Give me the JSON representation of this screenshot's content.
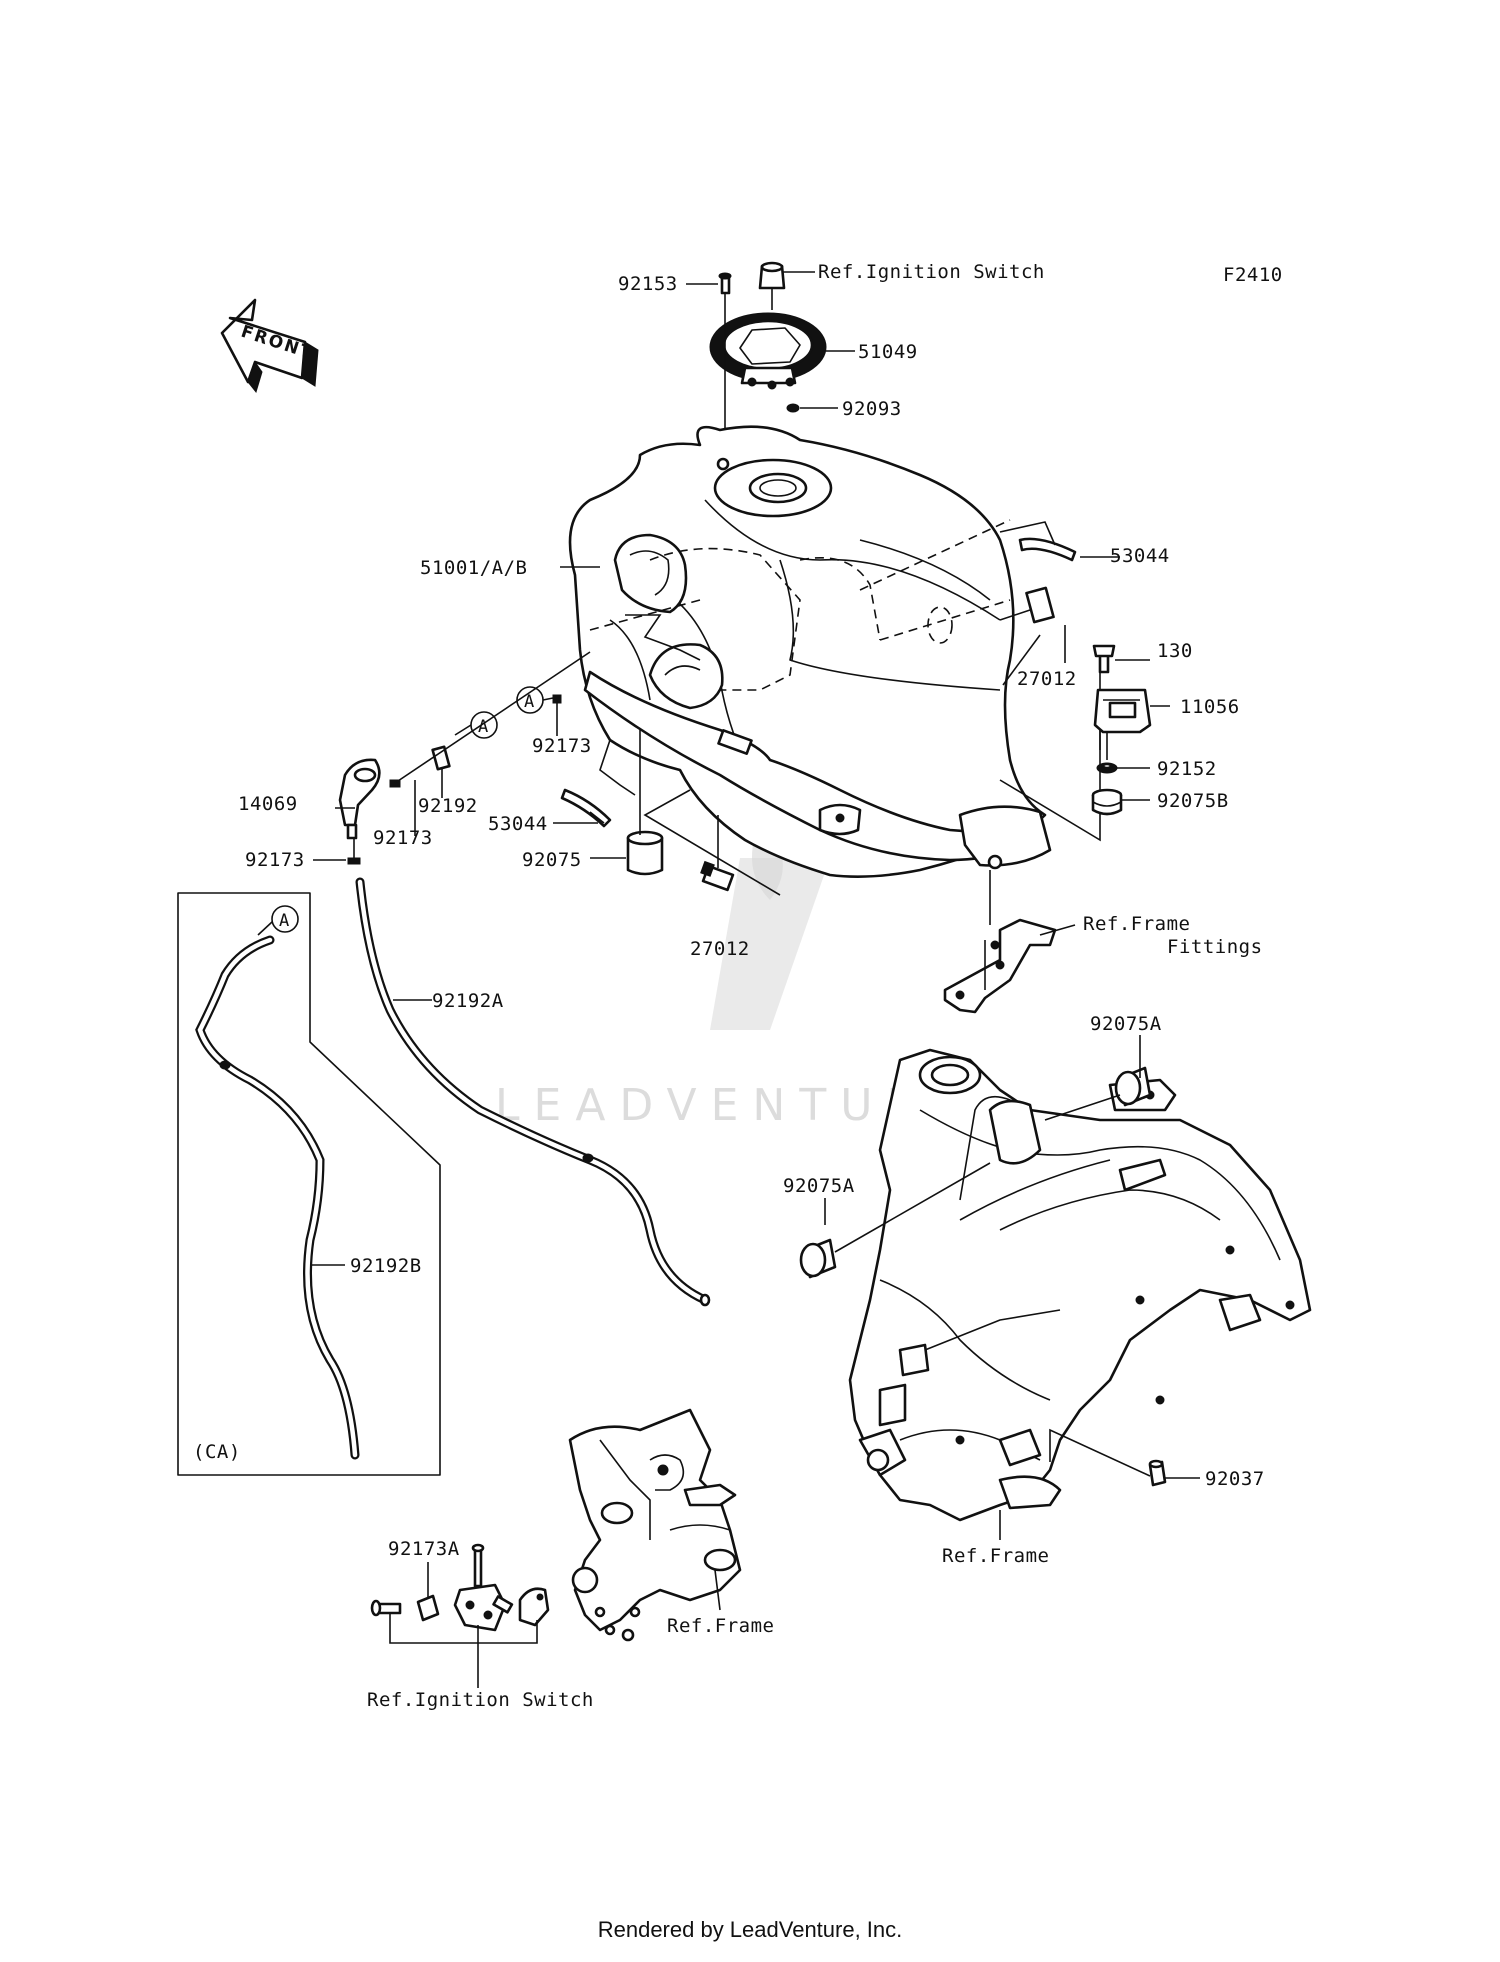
{
  "diagram": {
    "code": "F2410",
    "front_arrow": "FRONT",
    "watermark": "LEADVENTURE",
    "labels": {
      "p92153": "92153",
      "ref_ignition_top": "Ref.Ignition Switch",
      "p51049": "51049",
      "p92093": "92093",
      "p51001": "51001/A/B",
      "p53044_top": "53044",
      "p27012_right": "27012",
      "p130": "130",
      "p11056": "11056",
      "p92152": "92152",
      "p92075B": "92075B",
      "ref_frame_fittings_1": "Ref.Frame",
      "ref_frame_fittings_2": "Fittings",
      "callout_a1": "A",
      "callout_a2": "A",
      "callout_a3": "A",
      "p92173_mid": "92173",
      "p14069": "14069",
      "p92192": "92192",
      "p92173_left": "92173",
      "p53044_bottom": "53044",
      "p92173_low": "92173",
      "p92075": "92075",
      "p27012_bottom": "27012",
      "p92192A": "92192A",
      "p92192B": "92192B",
      "ca": "(CA)",
      "p92075A_top": "92075A",
      "p92075A_left": "92075A",
      "p92037": "92037",
      "ref_frame_right": "Ref.Frame",
      "p92173A": "92173A",
      "ref_frame_bottom": "Ref.Frame",
      "ref_ignition_bottom": "Ref.Ignition Switch"
    }
  },
  "footer": {
    "text": "Rendered by LeadVenture, Inc."
  }
}
